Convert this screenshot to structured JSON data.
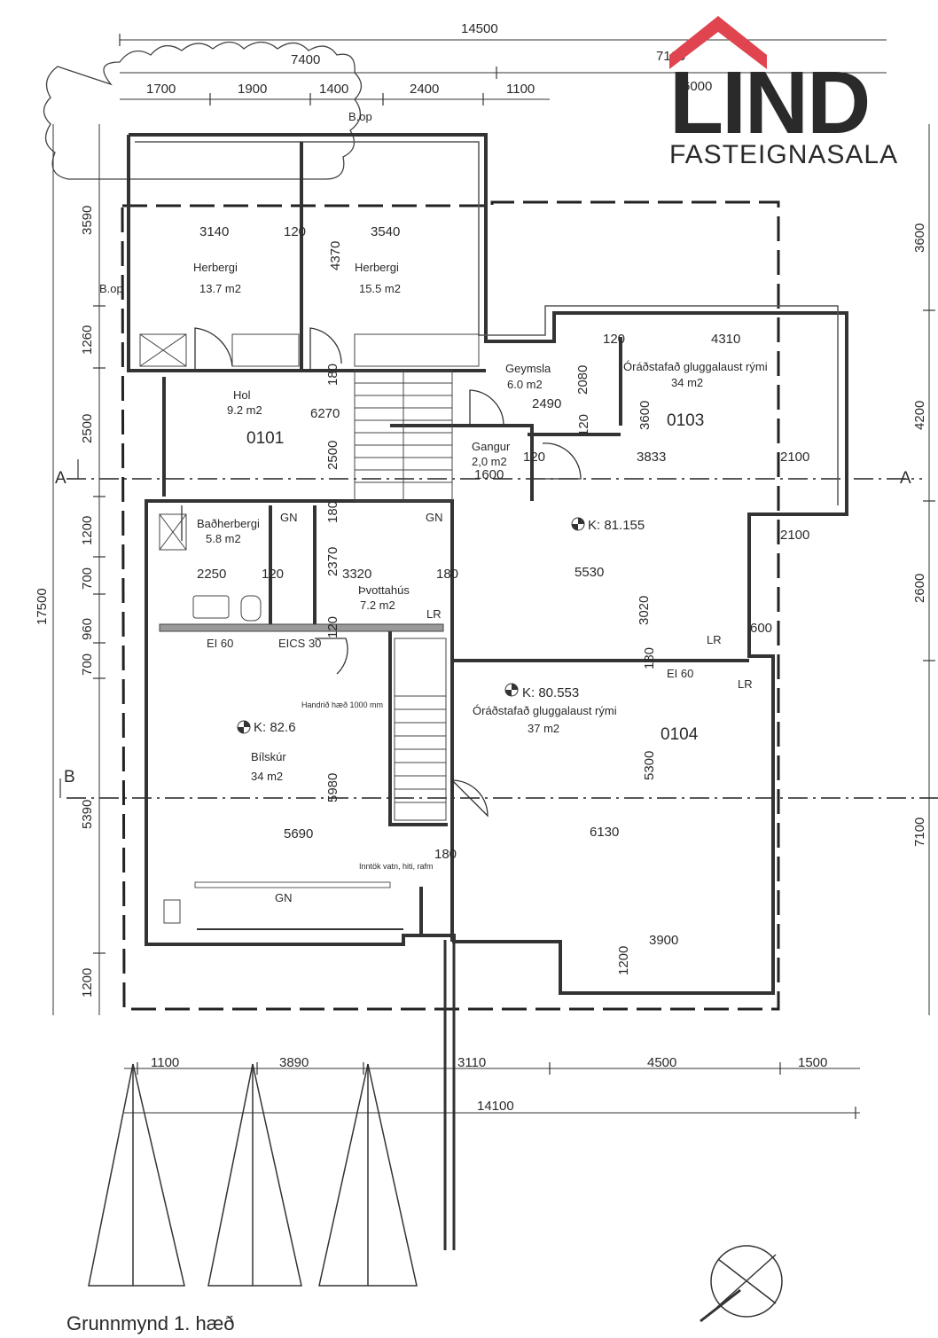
{
  "brand": {
    "logo_text": "LIND",
    "subtitle": "FASTEIGNASALA",
    "accent_color": "#e0454f",
    "logo_color": "#666666"
  },
  "title": "Grunnmynd  1. hæð",
  "dimensions": {
    "top_overall": "14500",
    "top_left_group": "7400",
    "top_right_group": "7100",
    "top_right_sub": "6000",
    "top_segments": [
      "1700",
      "1900",
      "1400",
      "2400",
      "1100"
    ],
    "left_overall": "17500",
    "left_segments": [
      "3590",
      "1260",
      "2500",
      "1200",
      "700",
      "960",
      "700",
      "5390",
      "1200"
    ],
    "right_segments": [
      "3600",
      "4200",
      "2600",
      "7100"
    ],
    "bottom_segments": [
      "1100",
      "3890",
      "3110",
      "4500",
      "1500"
    ],
    "bottom_overall": "14100",
    "interior": {
      "d3140": "3140",
      "d120a": "120",
      "d3540": "3540",
      "d4370": "4370",
      "d120b": "120",
      "d4310": "4310",
      "d2080": "2080",
      "d2490": "2490",
      "d3600": "3600",
      "d120c": "120",
      "d6270": "6270",
      "d180a": "180",
      "d2500": "2500",
      "d120d": "120",
      "d3833": "3833",
      "d2100a": "2100",
      "d1600": "1600",
      "d180b": "180",
      "d2100b": "2100",
      "d2370": "2370",
      "d2250": "2250",
      "d120e": "120",
      "d3320": "3320",
      "d180c": "180",
      "d5530": "5530",
      "d3020": "3020",
      "d600": "600",
      "d120f": "120",
      "d180d": "180",
      "d5300": "5300",
      "d5980": "5980",
      "d5690": "5690",
      "d6130": "6130",
      "d180e": "180",
      "d3900": "3900",
      "d1200": "1200"
    }
  },
  "section_marks": {
    "a": "A",
    "b": "B"
  },
  "labels": {
    "bop_top": "B.op",
    "bop_left": "B.op",
    "lr1": "LR",
    "lr2": "LR",
    "lr3": "LR",
    "gn1": "GN",
    "gn2": "GN",
    "gn3": "GN",
    "ei60_a": "EI 60",
    "eics": "EICS 30",
    "ei60_b": "EI 60",
    "handrail": "Handrið hæð 1000 mm",
    "inntok": "Inntök vatn, hiti, rafm"
  },
  "rooms": {
    "herbergi1": {
      "name": "Herbergi",
      "area": "13.7 m2"
    },
    "herbergi2": {
      "name": "Herbergi",
      "area": "15.5 m2"
    },
    "geymsla": {
      "name": "Geymsla",
      "area": "6.0 m2"
    },
    "oradstafad1": {
      "name": "Óráðstafað gluggalaust rými",
      "area": "34 m2",
      "code": "0103"
    },
    "hol": {
      "name": "Hol",
      "area": "9.2 m2",
      "code": "0101"
    },
    "gangur": {
      "name": "Gangur",
      "area": "2,0 m2"
    },
    "badherbergi": {
      "name": "Baðherbergi",
      "area": "5.8 m2"
    },
    "thvottahus": {
      "name": "Þvottahús",
      "area": "7.2 m2"
    },
    "bilskur": {
      "name": "Bílskúr",
      "area": "34 m2",
      "level": "K:  82.6"
    },
    "oradstafad2": {
      "name": "Óráðstafað gluggalaust rými",
      "area": "37 m2",
      "code": "0104",
      "level": "K:  80.553"
    },
    "level_mid": "K:  81.155"
  }
}
